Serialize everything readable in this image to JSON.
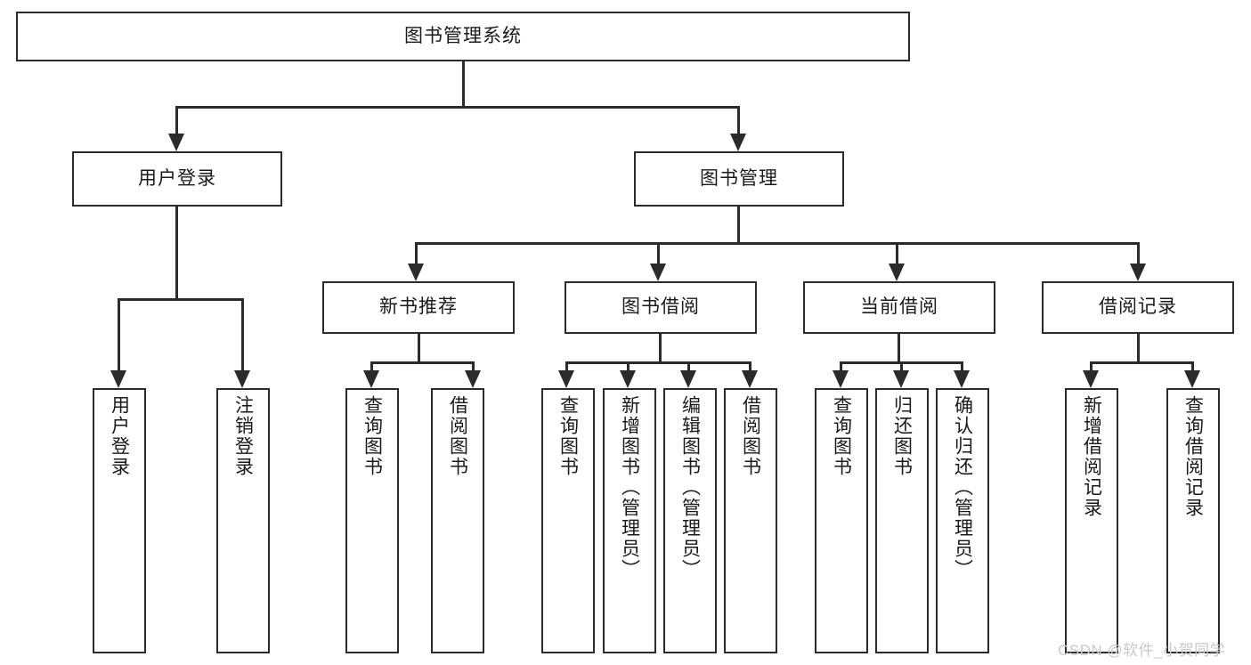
{
  "diagram": {
    "type": "tree-hierarchy-functional-decomposition",
    "root": {
      "label": "图书管理系统"
    },
    "level2": [
      {
        "label": "用户登录"
      },
      {
        "label": "图书管理"
      }
    ],
    "level3": [
      {
        "label": "新书推荐"
      },
      {
        "label": "图书借阅"
      },
      {
        "label": "当前借阅"
      },
      {
        "label": "借阅记录"
      }
    ],
    "leaves": {
      "user_login": [
        {
          "label": "用户登录"
        },
        {
          "label": "注销登录"
        }
      ],
      "new_book_recommend": [
        {
          "label": "查询图书"
        },
        {
          "label": "借阅图书"
        }
      ],
      "book_borrow": [
        {
          "label": "查询图书"
        },
        {
          "label": "新增图书（管理员）"
        },
        {
          "label": "编辑图书（管理员）"
        },
        {
          "label": "借阅图书"
        }
      ],
      "current_borrow": [
        {
          "label": "查询图书"
        },
        {
          "label": "归还图书"
        },
        {
          "label": "确认归还（管理员）"
        }
      ],
      "borrow_record": [
        {
          "label": "新增借阅记录"
        },
        {
          "label": "查询借阅记录"
        }
      ]
    }
  },
  "watermark": {
    "text": "CSDN @软件_小贺同学"
  },
  "colors": {
    "stroke": "#2b2b2b",
    "fill": "#ffffff",
    "text": "#1a1a1a",
    "watermark": "#c9c9c9"
  }
}
